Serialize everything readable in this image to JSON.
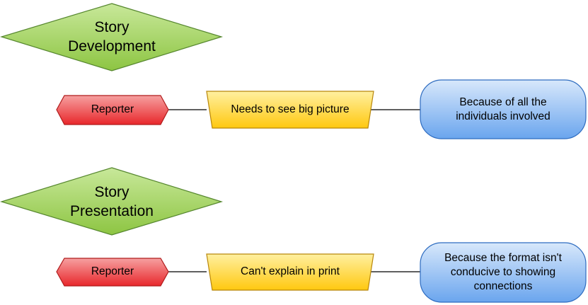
{
  "colors": {
    "diamond_fill": "#8dc542",
    "diamond_stroke": "#55862e",
    "hexagon_fill": "#e8272b",
    "hexagon_stroke": "#b01c1c",
    "trapezoid_fill": "#ffc80f",
    "trapezoid_stroke": "#b8860b",
    "pill_fill": "#6aa5ee",
    "pill_stroke": "#2e6cc0",
    "connector": "#000000"
  },
  "sections": [
    {
      "title_line1": "Story",
      "title_line2": "Development",
      "actor": "Reporter",
      "need": "Needs to see big picture",
      "reason_lines": [
        "Because of all the",
        "individuals involved"
      ]
    },
    {
      "title_line1": "Story",
      "title_line2": "Presentation",
      "actor": "Reporter",
      "need": "Can't explain in print",
      "reason_lines": [
        "Because the format isn't",
        "conducive to showing",
        "connections"
      ]
    }
  ]
}
